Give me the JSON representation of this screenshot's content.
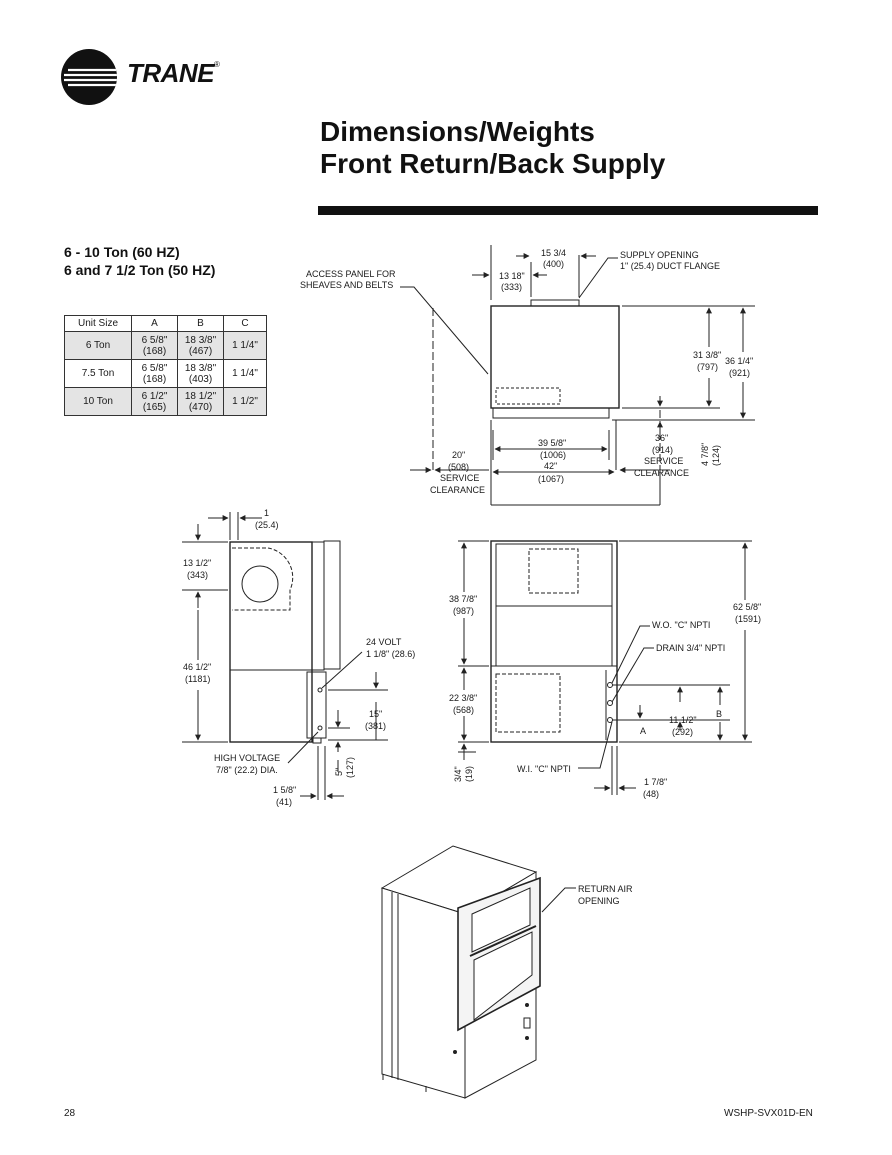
{
  "brand": {
    "name": "TRANE",
    "reg": "®"
  },
  "title": {
    "line1": "Dimensions/Weights",
    "line2": "Front Return/Back Supply"
  },
  "subtitle": {
    "line1": "6 - 10 Ton (60 HZ)",
    "line2": "6 and 7 1/2 Ton (50 HZ)"
  },
  "table": {
    "headers": [
      "Unit Size",
      "A",
      "B",
      "C"
    ],
    "rows": [
      {
        "size": "6 Ton",
        "a1": "6 5/8\"",
        "a2": "(168)",
        "b1": "18 3/8\"",
        "b2": "(467)",
        "c": "1 1/4\""
      },
      {
        "size": "7.5 Ton",
        "a1": "6 5/8\"",
        "a2": "(168)",
        "b1": "18 3/8\"",
        "b2": "(403)",
        "c": "1 1/4\""
      },
      {
        "size": "10 Ton",
        "a1": "6 1/2\"",
        "a2": "(165)",
        "b1": "18 1/2\"",
        "b2": "(470)",
        "c": "1 1/2\""
      }
    ]
  },
  "top_view": {
    "w1": "15 3/4",
    "w1mm": "(400)",
    "supply1": "SUPPLY OPENING",
    "supply2": "1\" (25.4) DUCT FLANGE",
    "w2": "13 18\"",
    "w2mm": "(333)",
    "access1": "ACCESS PANEL FOR",
    "access2": "SHEAVES AND BELTS",
    "h1": "31 3/8\"",
    "h1mm": "(797)",
    "h2": "36 1/4\"",
    "h2mm": "(921)",
    "w3": "39 5/8\"",
    "w3mm": "(1006)",
    "w4": "42\"",
    "w4mm": "(1067)",
    "sc_left1": "20\"",
    "sc_left2": "(508)",
    "sc_left3": "SERVICE",
    "sc_left4": "CLEARANCE",
    "sc_right1": "36\"",
    "sc_right2": "(914)",
    "sc_right3": "SERVICE",
    "sc_right4": "CLEARANCE",
    "v1": "4 7/8\"",
    "v1mm": "(124)"
  },
  "side_view": {
    "d1": "1",
    "d1mm": "(25.4)",
    "d2": "13 1/2\"",
    "d2mm": "(343)",
    "d3": "46 1/2\"",
    "d3mm": "(1181)",
    "volt1": "24 VOLT",
    "volt2": "1 1/8\" (28.6)",
    "d4": "15\"",
    "d4mm": "(381)",
    "hv1": "HIGH VOLTAGE",
    "hv2": "7/8\" (22.2) DIA.",
    "d5": "5\"",
    "d5mm": "(127)",
    "d6": "1 5/8\"",
    "d6mm": "(41)"
  },
  "front_view": {
    "d1": "38 7/8\"",
    "d1mm": "(987)",
    "d2": "62 5/8\"",
    "d2mm": "(1591)",
    "wo": "W.O. \"C\" NPTI",
    "drain": "DRAIN 3/4\" NPTI",
    "d3": "22 3/8\"",
    "d3mm": "(568)",
    "b": "B",
    "a": "A",
    "d4": "11 1/2\"",
    "d4mm": "(292)",
    "d5": "3/4\"",
    "d5mm": "(19)",
    "wi": "W.I. \"C\" NPTI",
    "d6": "1 7/8\"",
    "d6mm": "(48)"
  },
  "iso_view": {
    "label1": "RETURN AIR",
    "label2": "OPENING"
  },
  "footer": {
    "page": "28",
    "doc": "WSHP-SVX01D-EN"
  }
}
